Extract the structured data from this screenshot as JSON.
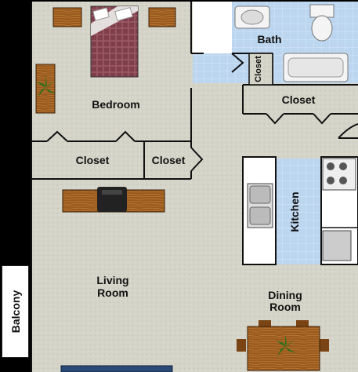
{
  "rooms": {
    "bedroom": "Bedroom",
    "bath": "Bath",
    "closet_bath": "Closet",
    "closet_hall": "Closet",
    "closet_bed_left": "Closet",
    "closet_bed_right": "Closet",
    "kitchen": "Kitchen",
    "living_line1": "Living",
    "living_line2": "Room",
    "dining_line1": "Dining",
    "dining_line2": "Room",
    "balcony": "Balcony"
  },
  "colors": {
    "carpet": "#d5d4c8",
    "tile": "#b9d5f0",
    "wall": "#ffffff",
    "outline": "#222222",
    "wood": "#9a5a1e",
    "bed": "#7e3f4b",
    "plant": "#2f6e1c"
  }
}
